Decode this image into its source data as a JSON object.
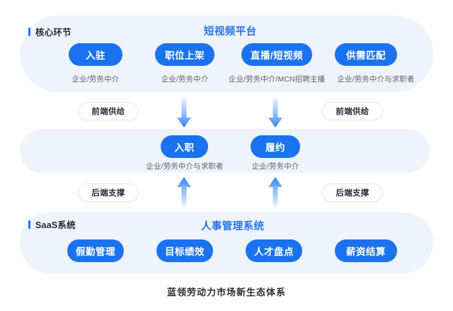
{
  "figure": {
    "caption": "蓝领劳动力市场新生态体系"
  },
  "sections": {
    "core": {
      "tag": "核心环节",
      "group_title": "短视频平台",
      "nodes": [
        {
          "label": "入驻",
          "caption": "企业/劳务中介"
        },
        {
          "label": "职位上架",
          "caption": "企业/劳务中介"
        },
        {
          "label": "直播/短视频",
          "caption": "企业/劳务中介/MCN招聘主播"
        },
        {
          "label": "供需匹配",
          "caption": "企业/劳务中介与求职者"
        }
      ]
    },
    "middle": {
      "nodes": [
        {
          "label": "入职",
          "caption": "企业/劳务中介与求职者"
        },
        {
          "label": "履约",
          "caption": "企业/劳务中介"
        }
      ]
    },
    "saas": {
      "tag": "SaaS系统",
      "group_title": "人事管理系统",
      "nodes": [
        {
          "label": "假勤管理"
        },
        {
          "label": "目标绩效"
        },
        {
          "label": "人才盘点"
        },
        {
          "label": "薪资结算"
        }
      ]
    }
  },
  "connectors": {
    "front_supply_left": "前端供给",
    "front_supply_right": "前端供给",
    "back_support_left": "后端支撑",
    "back_support_right": "后端支撑"
  },
  "colors": {
    "accent": "#1b72ee",
    "panel": "#eff3fb",
    "title": "#2574ef",
    "caption_text": "#5b6170"
  }
}
